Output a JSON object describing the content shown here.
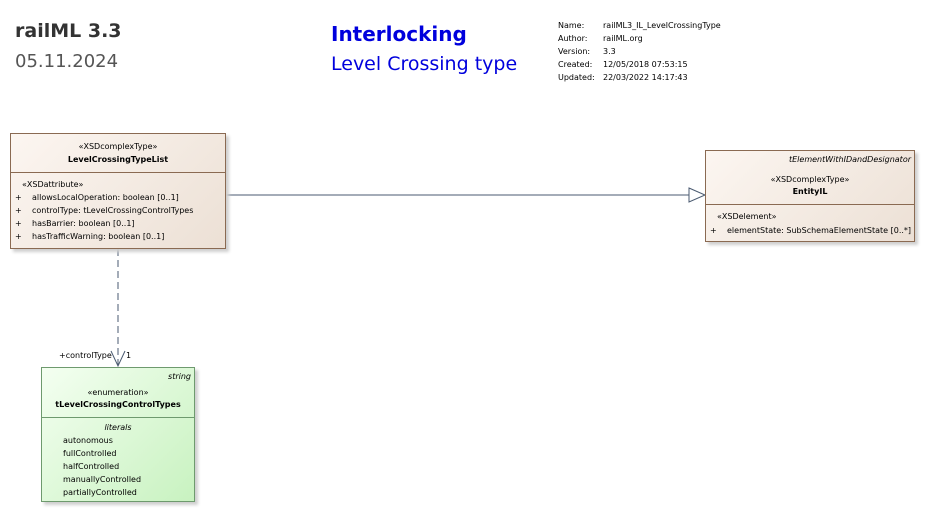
{
  "header": {
    "brand": "railML 3.3",
    "date": "05.11.2024",
    "title": "Interlocking",
    "subtitle": "Level Crossing type"
  },
  "meta": [
    {
      "key": "Name:",
      "value": "railML3_IL_LevelCrossingType"
    },
    {
      "key": "Author:",
      "value": "railML.org"
    },
    {
      "key": "Version:",
      "value": "3.3"
    },
    {
      "key": "Created:",
      "value": "12/05/2018 07:53:15"
    },
    {
      "key": "Updated:",
      "value": "22/03/2022 14:17:43"
    }
  ],
  "classes": {
    "list": {
      "stereotype": "«XSDcomplexType»",
      "name": "LevelCrossingTypeList",
      "section": "«XSDattribute»",
      "attributes": [
        {
          "vis": "+",
          "text": "allowsLocalOperation: boolean [0..1]"
        },
        {
          "vis": "+",
          "text": "controlType: tLevelCrossingControlTypes"
        },
        {
          "vis": "+",
          "text": "hasBarrier: boolean [0..1]"
        },
        {
          "vis": "+",
          "text": "hasTrafficWarning: boolean [0..1]"
        }
      ]
    },
    "entity": {
      "template": "tElementWithIDandDesignator",
      "stereotype": "«XSDcomplexType»",
      "name": "EntityIL",
      "section": "«XSDelement»",
      "attributes": [
        {
          "vis": "+",
          "text": "elementState: SubSchemaElementState [0..*]"
        }
      ]
    },
    "enum": {
      "template": "string",
      "stereotype": "«enumeration»",
      "name": "tLevelCrossingControlTypes",
      "section": "literals",
      "literals": [
        "autonomous",
        "fullControlled",
        "halfControlled",
        "manuallyControlled",
        "partiallyControlled"
      ]
    }
  },
  "associations": {
    "control_role": "+controlType",
    "control_mult": "1"
  },
  "colors": {
    "text_blue": "#0000dd",
    "class_border": "#8a6a52",
    "class_fill": "#ece0d5",
    "enum_fill": "#c8f2c0",
    "connector": "#4a5a70"
  }
}
